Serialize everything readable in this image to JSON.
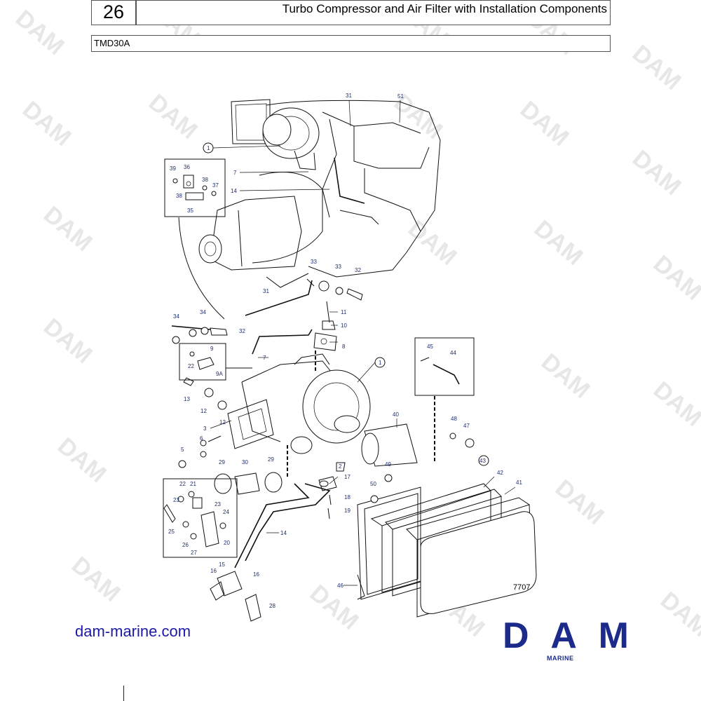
{
  "header": {
    "page_number": "26",
    "title": "Turbo Compressor and Air Filter with Installation Components",
    "model": "TMD30A"
  },
  "diagram": {
    "drawing_number": "7707",
    "part_labels": [
      "1",
      "1",
      "2",
      "3",
      "5",
      "6",
      "7",
      "7",
      "8",
      "9",
      "9A",
      "10",
      "11",
      "12",
      "12",
      "13",
      "14",
      "14",
      "15",
      "16",
      "16",
      "17",
      "18",
      "19",
      "20",
      "21",
      "22",
      "22",
      "23",
      "23",
      "24",
      "25",
      "26",
      "27",
      "28",
      "29",
      "29",
      "30",
      "31",
      "31",
      "32",
      "32",
      "33",
      "33",
      "34",
      "34",
      "35",
      "36",
      "37",
      "38",
      "38",
      "39",
      "40",
      "41",
      "42",
      "43",
      "44",
      "45",
      "46",
      "47",
      "48",
      "49",
      "50",
      "51"
    ]
  },
  "watermark": {
    "text": "DAM"
  },
  "footer": {
    "website": "dam-marine.com",
    "brand_logo_text": "DAM",
    "brand_subtitle": "MARINE"
  },
  "colors": {
    "brand_blue": "#1c2a8c",
    "link_blue": "#1c1aa6",
    "label_blue": "#1f2f6e",
    "watermark_gray": "#e7e7e7"
  }
}
